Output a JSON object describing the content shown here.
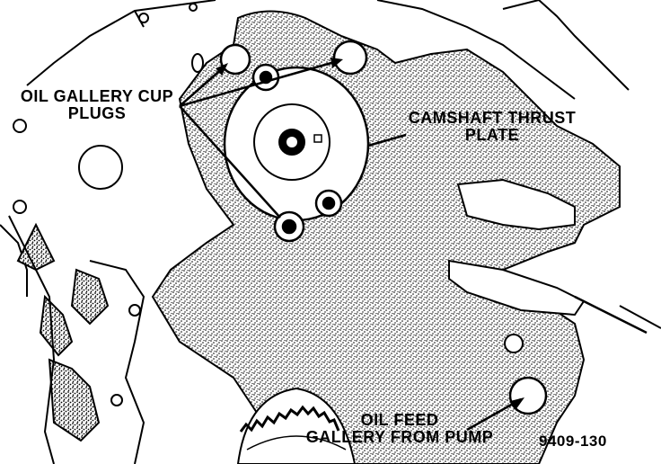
{
  "labels": {
    "oil_gallery_cup_plugs": [
      "OIL GALLERY CUP",
      "PLUGS"
    ],
    "camshaft_thrust_plate": [
      "CAMSHAFT THRUST",
      "PLATE"
    ],
    "oil_feed_gallery": [
      "OIL FEED",
      "GALLERY FROM PUMP"
    ],
    "figure_number": "9409-130"
  },
  "colors": {
    "ink": "#000000",
    "paper": "#ffffff",
    "stipple": "#000000"
  }
}
